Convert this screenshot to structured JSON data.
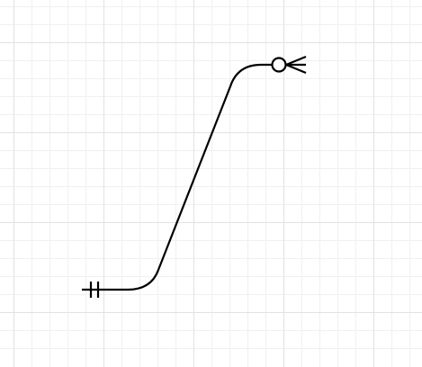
{
  "canvas": {
    "background": "#ffffff",
    "grid_minor_color": "#f0f0f0",
    "grid_major_color": "#e2e2e2",
    "grid": true
  },
  "connector": {
    "type": "entity-relationship",
    "line_color": "#000000",
    "source_end": {
      "notation": "mandatory-one",
      "icon": "crowsfoot-one-and-only-one-icon"
    },
    "target_end": {
      "notation": "optional-many",
      "icon": "crowsfoot-zero-or-many-icon"
    }
  }
}
